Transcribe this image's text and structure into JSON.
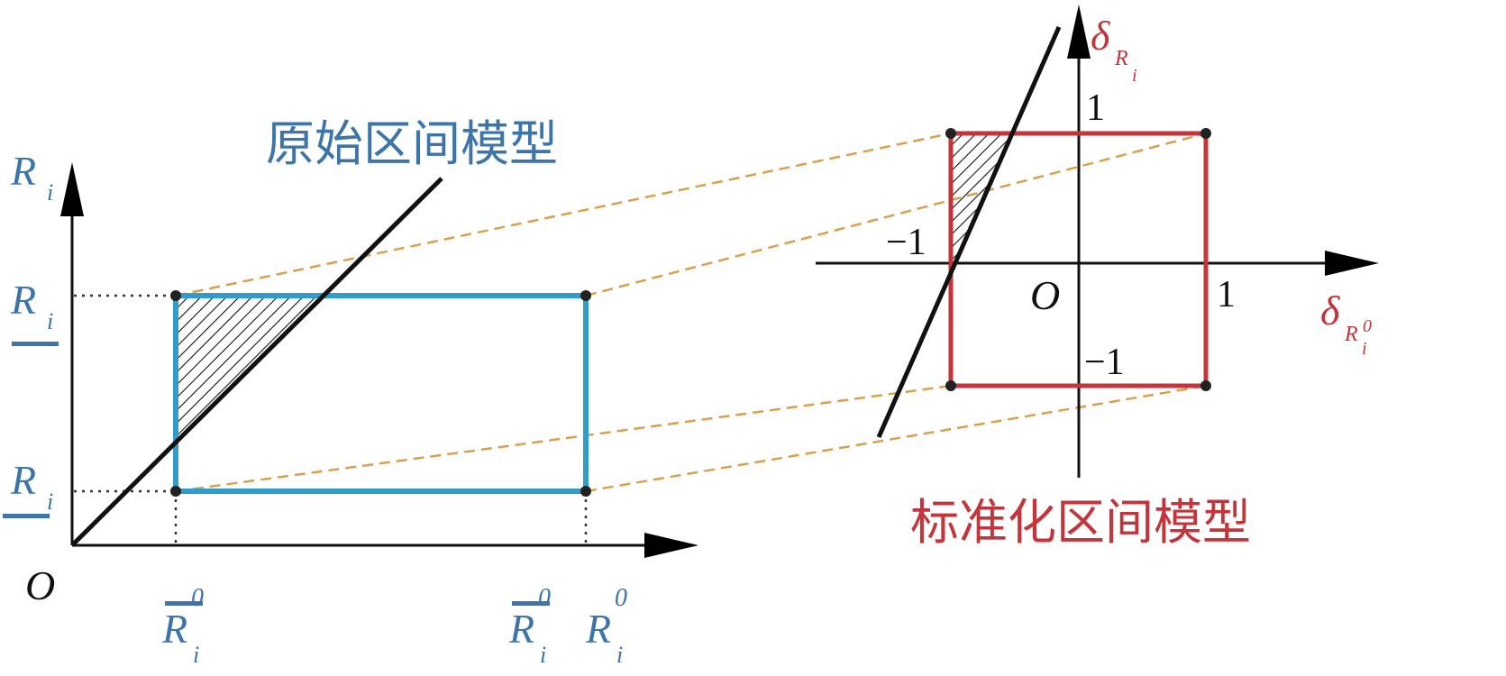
{
  "colors": {
    "blue_label": "#3d74aa",
    "blue_box": "#2f9ccb",
    "red": "#c3353a",
    "dash": "#d9a050",
    "axis": "#111111"
  },
  "left": {
    "title": "原始区间模型",
    "y_axis_label": {
      "base": "R",
      "sub": "i"
    },
    "upper_bound_label": {
      "base": "R",
      "sub": "i"
    },
    "lower_bound_label": {
      "base": "R",
      "sub": "i"
    },
    "origin": "O",
    "x_lower_label": {
      "base": "R",
      "sub": "i",
      "sup": "0"
    },
    "x_upper_label": {
      "base": "R",
      "sub": "i",
      "sup": "0"
    },
    "x_axis_label": {
      "base": "R",
      "sub": "i",
      "sup": "0"
    }
  },
  "right": {
    "title": "标准化区间模型",
    "y_axis_label": {
      "base": "δ",
      "sub": "R",
      "subsub": "i"
    },
    "x_axis_label": {
      "base": "δ",
      "sub": "R",
      "subsub": "i",
      "subsup": "0"
    },
    "origin": "O",
    "y_pos_tick": "1",
    "x_neg_tick": "−1",
    "x_pos_tick": "1",
    "y_neg_tick": "−1"
  }
}
